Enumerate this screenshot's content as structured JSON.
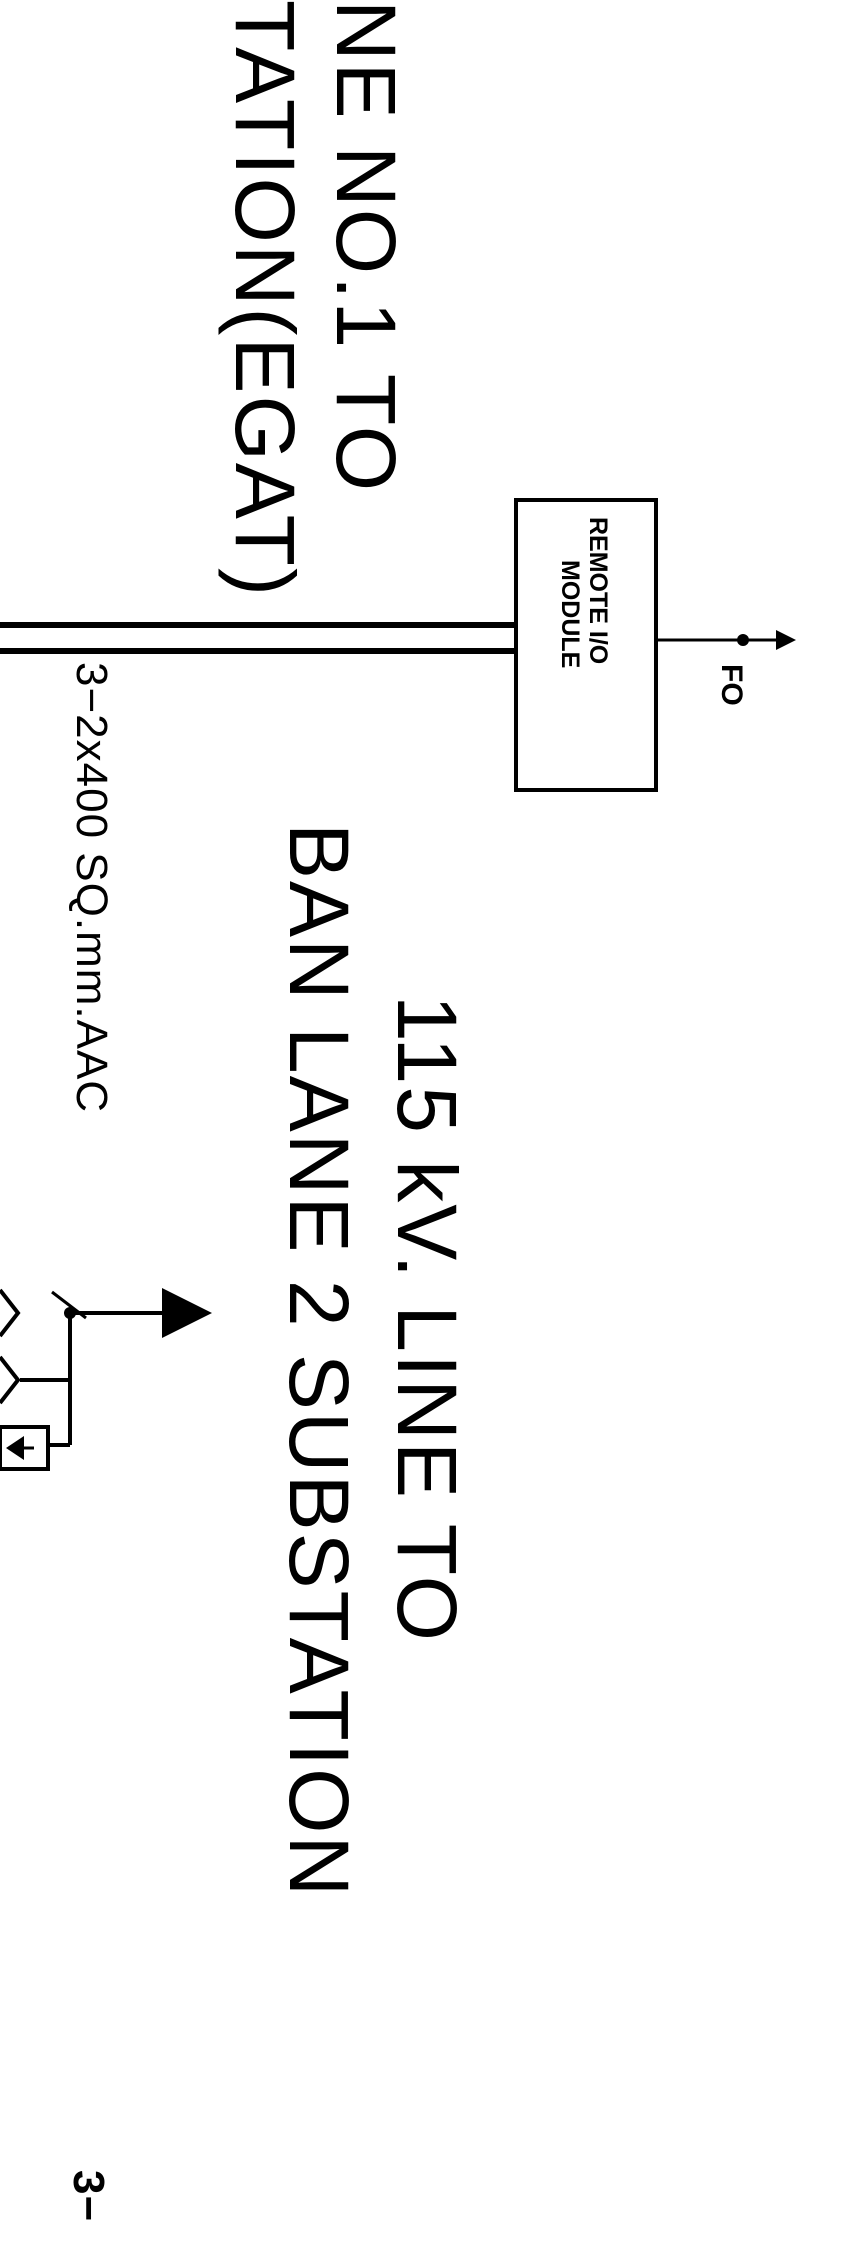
{
  "drawing": {
    "line1_title_a": "NE  NO.1  TO",
    "line1_title_b": "TATION(EGAT)",
    "line2_title_a": "115  kV.  LINE  TO",
    "line2_title_b": "BAN  LANE  2  SUBSTATION",
    "conductor_label": "3−2x400  SQ.mm.AAC",
    "remote_io_line1": "REMOTE  I/O",
    "remote_io_line2": "MODULE",
    "fo_label": "FO",
    "edge_label_bottom": "3−"
  },
  "colors": {
    "line": "#000000",
    "background": "#ffffff"
  }
}
